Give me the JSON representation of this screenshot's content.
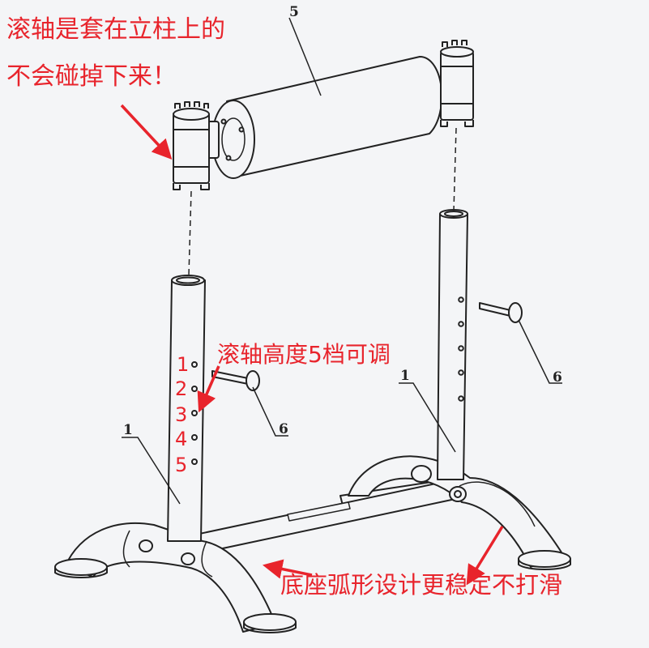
{
  "annotations": {
    "top_line1": "滚轴是套在立柱上的",
    "top_line2": "不会碰掉下来！",
    "height_note": "滚轴高度5档可调",
    "base_note": "底座弧形设计更稳定不打滑"
  },
  "height_levels": [
    "1",
    "2",
    "3",
    "4",
    "5"
  ],
  "callouts": {
    "roller": "5",
    "post_left": "1",
    "post_right": "1",
    "pin_left": "6",
    "pin_right": "6"
  },
  "colors": {
    "annotation": "#e8242c",
    "line": "#222222",
    "background": "#f4f5f7"
  }
}
